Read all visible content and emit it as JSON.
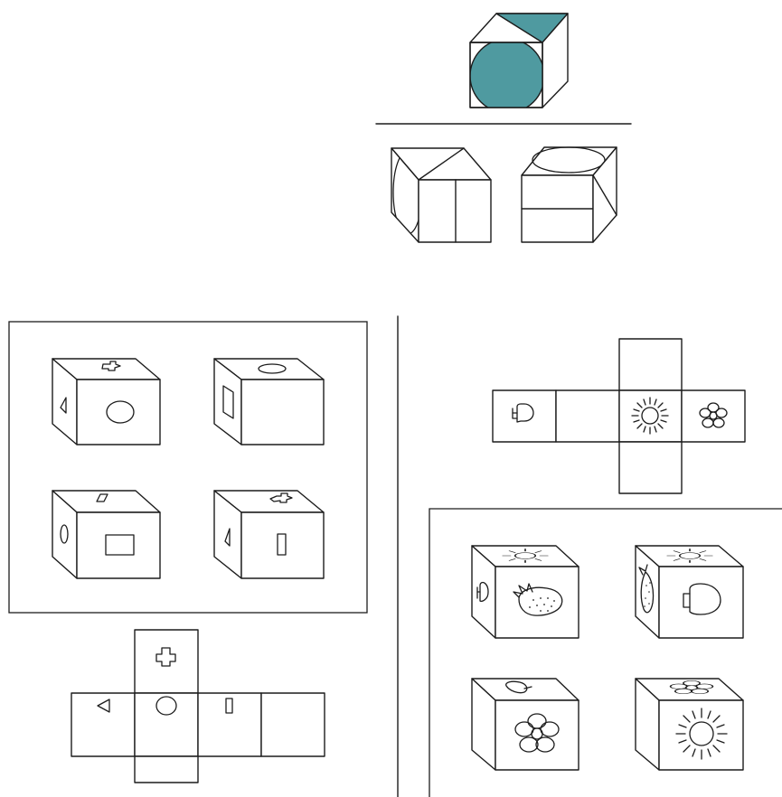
{
  "colors": {
    "teal": "#4f9aa0",
    "stroke": "#1c1c1c",
    "background": "#ffffff"
  },
  "puzzles": [
    {
      "name": "teal-circle-cube",
      "reference_cube": {
        "front": "filled-circle",
        "top": "teal-triangle",
        "right": "plain"
      },
      "candidates": [
        {
          "front": "vertical-line",
          "left": "oval",
          "top": "ridge-line"
        },
        {
          "top": "oval",
          "front": "horizontal-line",
          "right": "diagonal-line"
        }
      ]
    },
    {
      "name": "shapes-cube",
      "net": [
        "cross-icon",
        "triangle-icon",
        "circle-icon",
        "bar-icon",
        "blank"
      ],
      "cubes": [
        {
          "top": "cross-icon",
          "left": "triangle-icon",
          "front": "circle-icon"
        },
        {
          "top": "oval-icon",
          "left": "rectangle-icon",
          "front": "blank"
        },
        {
          "top": "parallelogram-icon",
          "left": "oval-icon",
          "front": "square-icon"
        },
        {
          "top": "cross-icon",
          "left": "triangle-icon",
          "front": "bar-icon"
        }
      ]
    },
    {
      "name": "nature-cube",
      "net": [
        "mushroom-icon",
        "blank",
        "sun-icon",
        "flower-icon",
        "blank",
        "blank"
      ],
      "cubes": [
        {
          "top": "sun-icon",
          "left": "mushroom-icon",
          "front": "strawberry-icon"
        },
        {
          "top": "sun-icon",
          "left": "strawberry-icon",
          "front": "mushroom-icon"
        },
        {
          "top": "mushroom-icon",
          "left": "blank",
          "front": "flower-icon"
        },
        {
          "top": "flower-icon",
          "left": "blank",
          "front": "sun-icon"
        }
      ]
    }
  ]
}
